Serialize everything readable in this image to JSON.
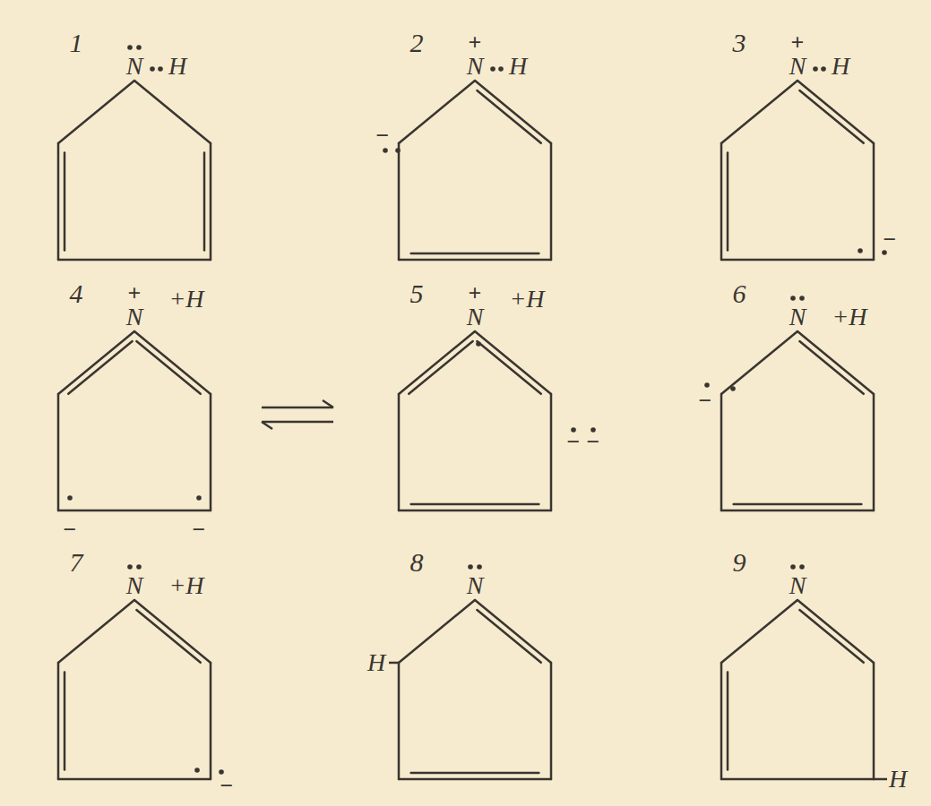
{
  "diagram": {
    "labels": [
      "1",
      "N",
      "H",
      "2",
      "+",
      "N",
      "H",
      "−",
      "3",
      "+",
      "N",
      "H",
      "−",
      "4",
      "+",
      "N",
      "+H",
      "−",
      "−",
      "5",
      "+",
      "N",
      "+H",
      "−",
      "−",
      "6",
      "N",
      "+H",
      "−",
      "7",
      "N",
      "+H",
      "−",
      "8",
      "N",
      "H",
      "9",
      "N",
      "H"
    ]
  }
}
